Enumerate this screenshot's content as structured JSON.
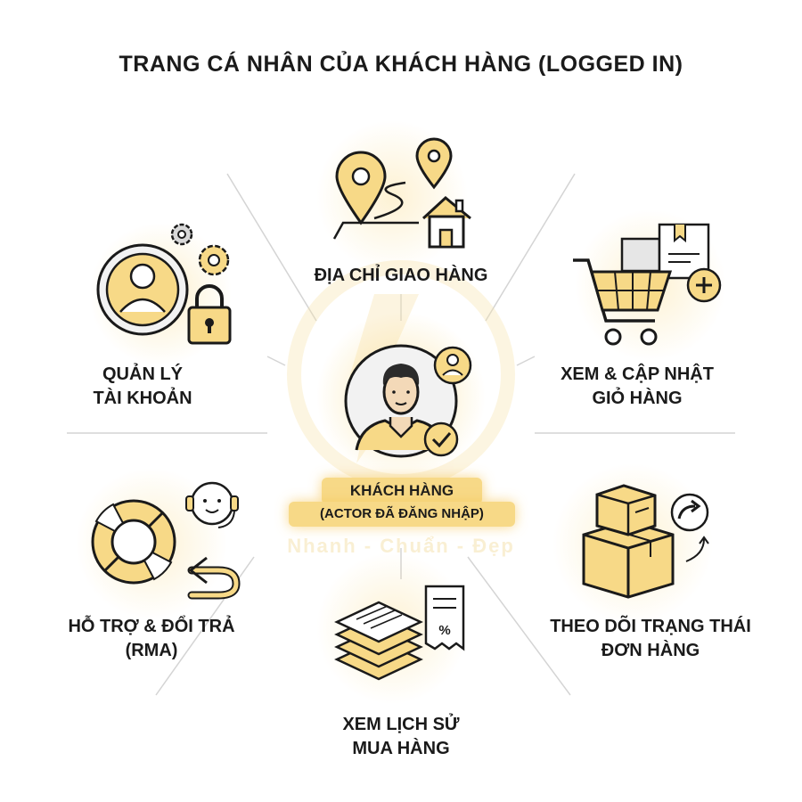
{
  "title": "TRANG CÁ NHÂN CỦA KHÁCH HÀNG (LOGGED IN)",
  "center": {
    "label": "KHÁCH HÀNG",
    "sublabel": "(ACTOR ĐÃ ĐĂNG NHẬP)"
  },
  "nodes": {
    "shipping_address": {
      "line1": "ĐỊA CHỈ GIAO HÀNG",
      "icon": "location-pins-house-icon"
    },
    "account": {
      "line1": "QUẢN LÝ",
      "line2": "TÀI KHOẢN",
      "icon": "user-gear-lock-icon"
    },
    "cart": {
      "line1": "XEM & CẬP NHẬT",
      "line2": "GIỎ HÀNG",
      "icon": "shopping-cart-add-icon"
    },
    "support": {
      "line1": "HỖ TRỢ & ĐỔI TRẢ",
      "line2": "(RMA)",
      "icon": "lifebuoy-support-return-icon"
    },
    "order_status": {
      "line1": "THEO DÕI TRẠNG THÁI",
      "line2": "ĐƠN HÀNG",
      "icon": "boxes-forward-icon"
    },
    "history": {
      "line1": "XEM LỊCH SỬ",
      "line2": "MUA HÀNG",
      "icon": "stacked-papers-receipt-icon"
    }
  },
  "watermark": "Nhanh - Chuẩn - Đẹp",
  "colors": {
    "accent": "#f7d987",
    "accent_dark": "#e9b84a",
    "ink": "#1a1a1a",
    "connector": "#d0d0d0"
  }
}
